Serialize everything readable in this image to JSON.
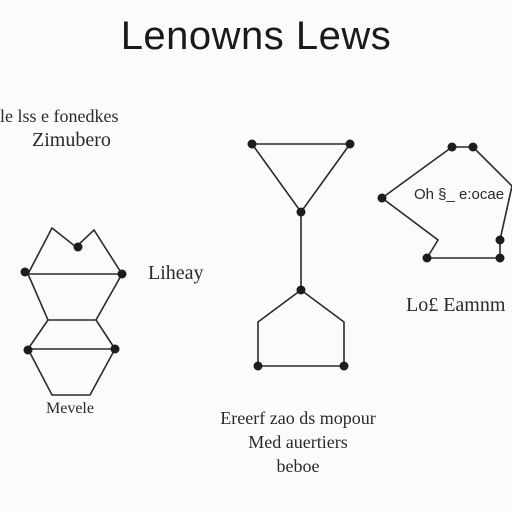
{
  "title": "Lenowns Lews",
  "labels": {
    "left_line1": "le lss e fonedkes",
    "left_line2": "Zimubero",
    "middle": "Liheay",
    "hexagon": "Oh §_ e:ocae",
    "right": "Lo£ Eamnm",
    "bottom_left": "Mevele",
    "bottom_line1": "Ereerf zao ds mopour",
    "bottom_line2": "Med auertiers",
    "bottom_line3": "beboe"
  },
  "colors": {
    "line": "#2b2b2b",
    "node": "#1d1d1d",
    "background": "#fbfbfb"
  }
}
